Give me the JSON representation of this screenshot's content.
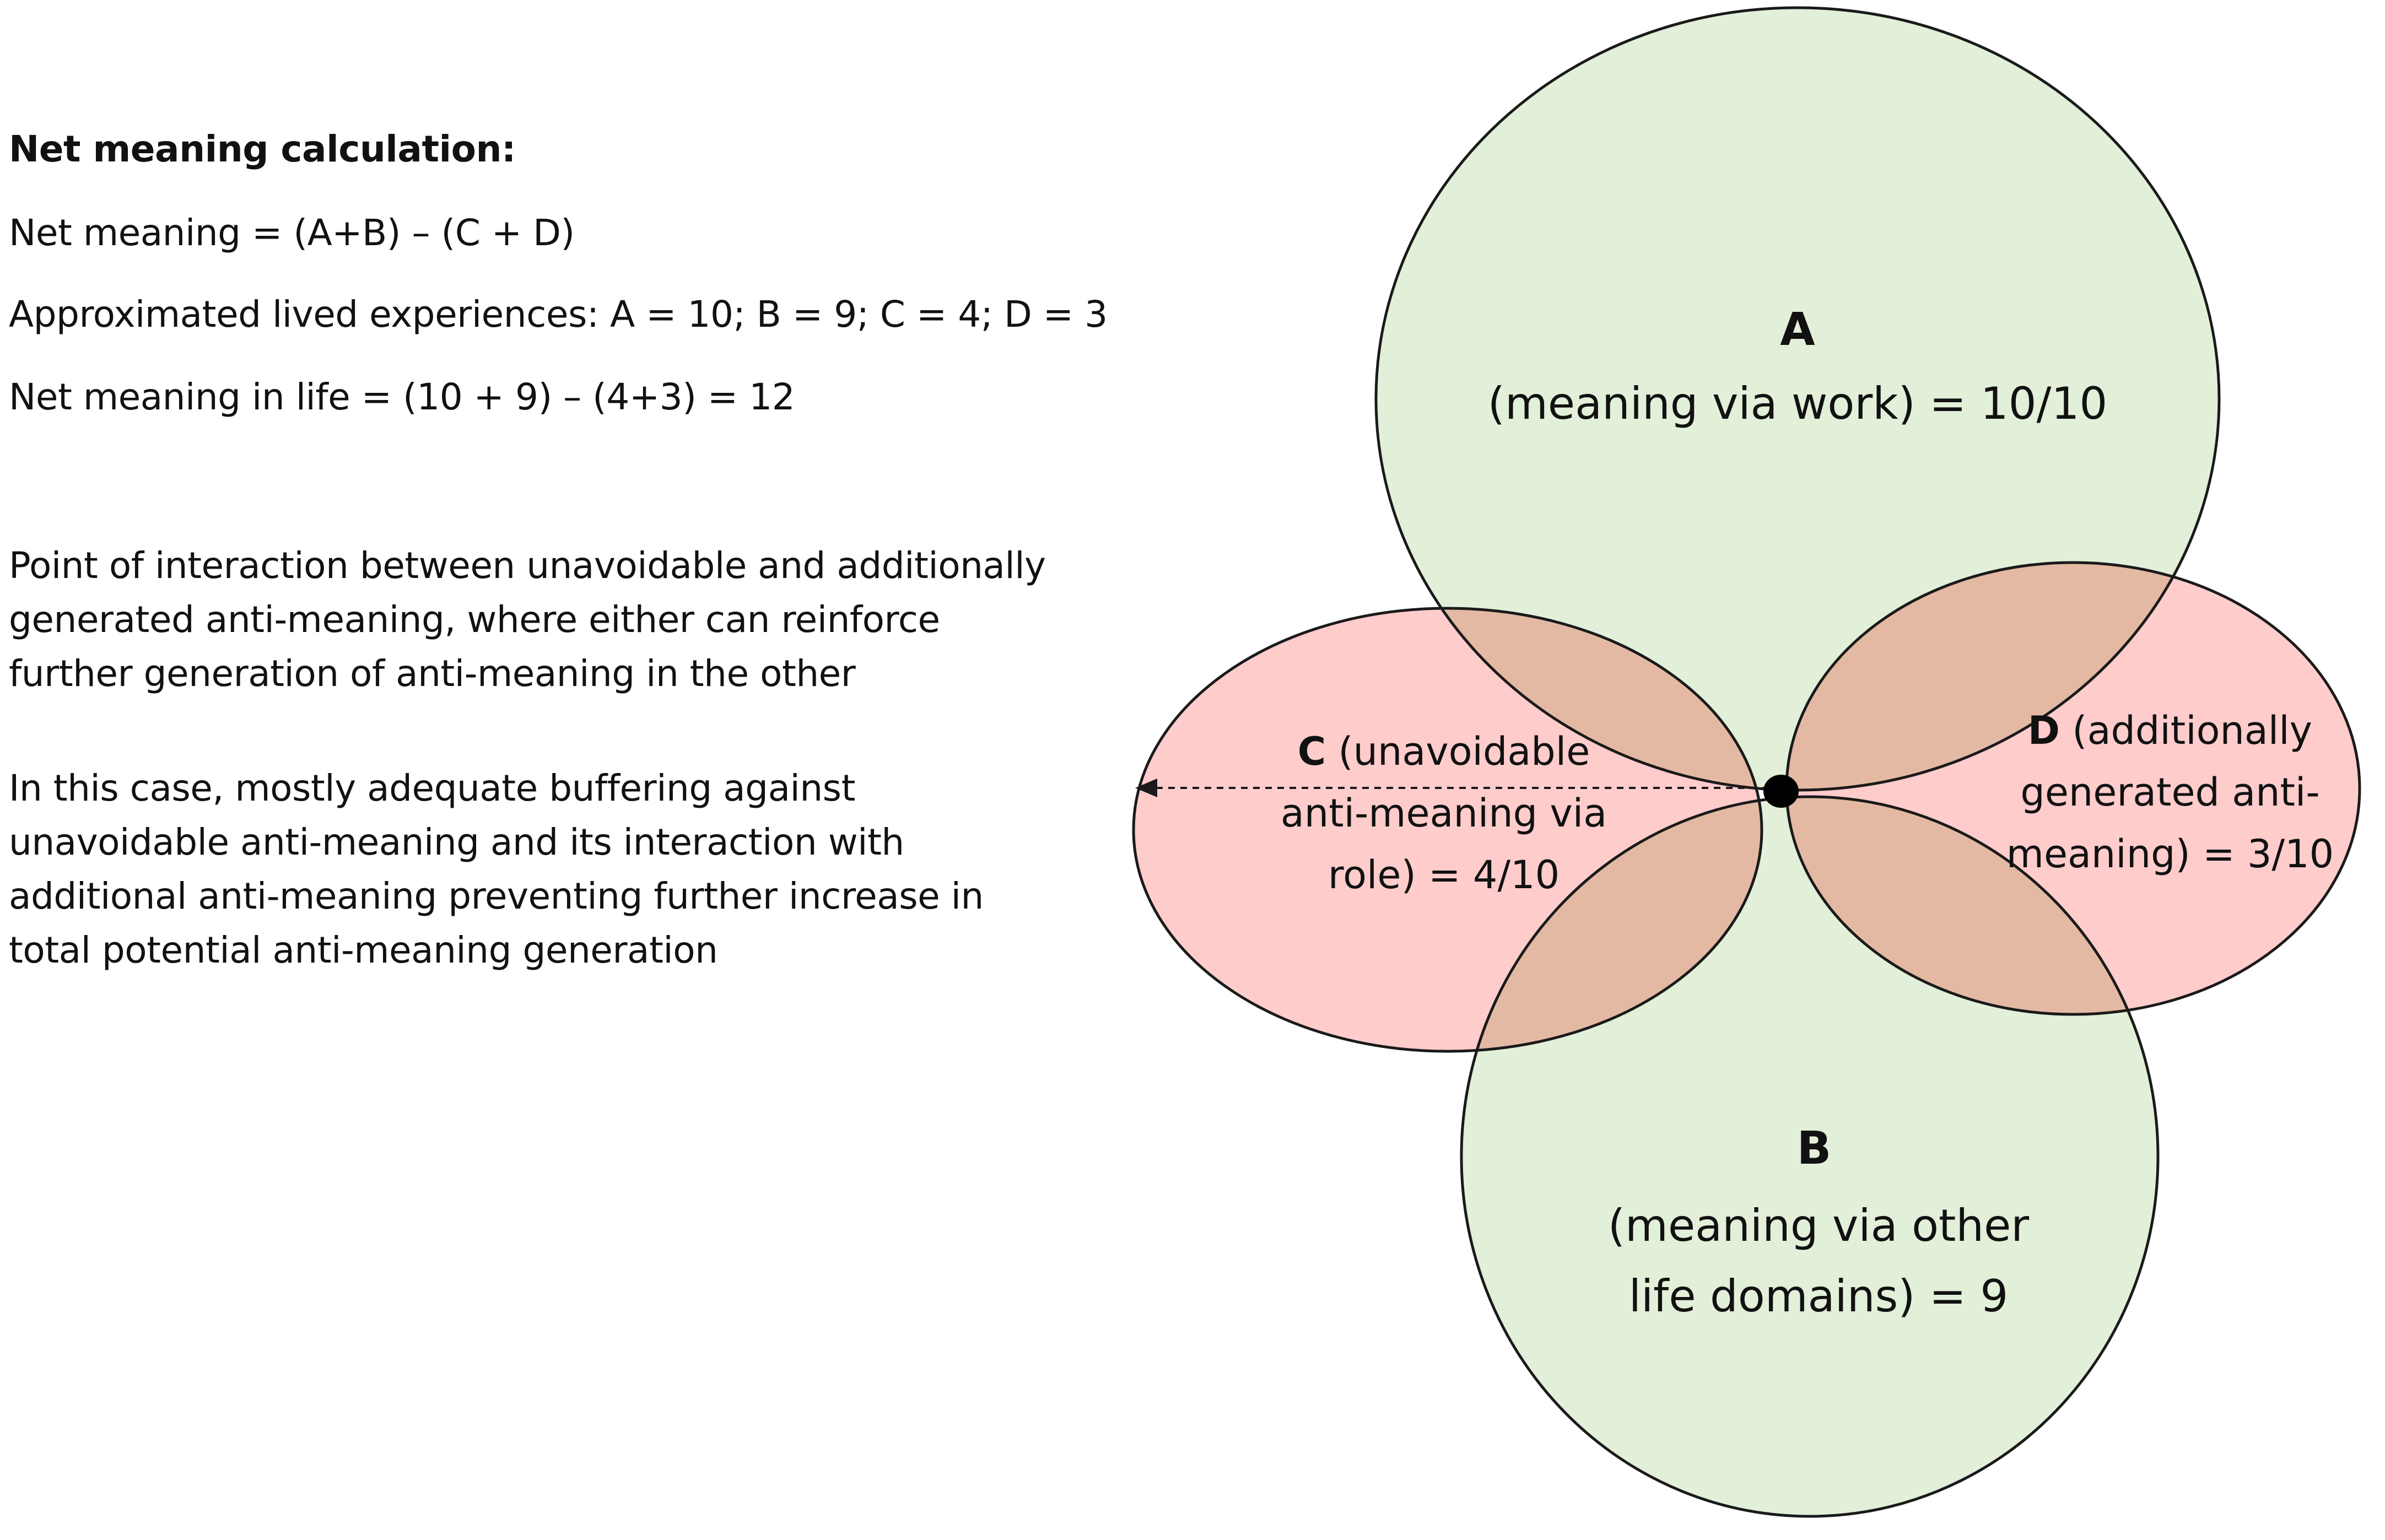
{
  "calculation": {
    "heading": "Net meaning calculation:",
    "formula": "Net meaning = (A+B) – (C + D)",
    "approximation": "Approximated lived experiences: A = 10; B = 9; C = 4; D = 3",
    "result": "Net meaning in life = (10 + 9) – (4+3) = 12"
  },
  "interaction_note": {
    "lines": [
      "Point of interaction between unavoidable and additionally",
      "generated anti-meaning, where either can reinforce",
      "further generation of anti-meaning in the other"
    ]
  },
  "buffering_note": {
    "lines": [
      "In this case, mostly adequate buffering against",
      "unavoidable anti-meaning and  its interaction with",
      "additional anti-meaning  preventing further increase in",
      "total potential anti-meaning generation"
    ]
  },
  "circles": {
    "A": {
      "letter": "A",
      "lines": [
        "(meaning via work) = 10/10"
      ],
      "color": "#e2efd9"
    },
    "B": {
      "letter": "B",
      "lines": [
        "(meaning via other",
        "life domains) = 9"
      ],
      "color": "#e2efd9"
    },
    "C": {
      "letter": "C",
      "first_line": " (unavoidable",
      "lines": [
        "anti-meaning via",
        "role) = 4/10"
      ],
      "color": "#ffcccc"
    },
    "D": {
      "letter": "D",
      "first_line": " (additionally",
      "lines": [
        "generated anti-",
        "meaning) = 3/10"
      ],
      "color": "#ffcccc"
    }
  },
  "colors": {
    "meaning_fill": "#e2efd9",
    "anti_meaning_fill": "#ffcccc",
    "overlap_fill": "#e4b9a3",
    "outline": "#1a1a1a"
  }
}
